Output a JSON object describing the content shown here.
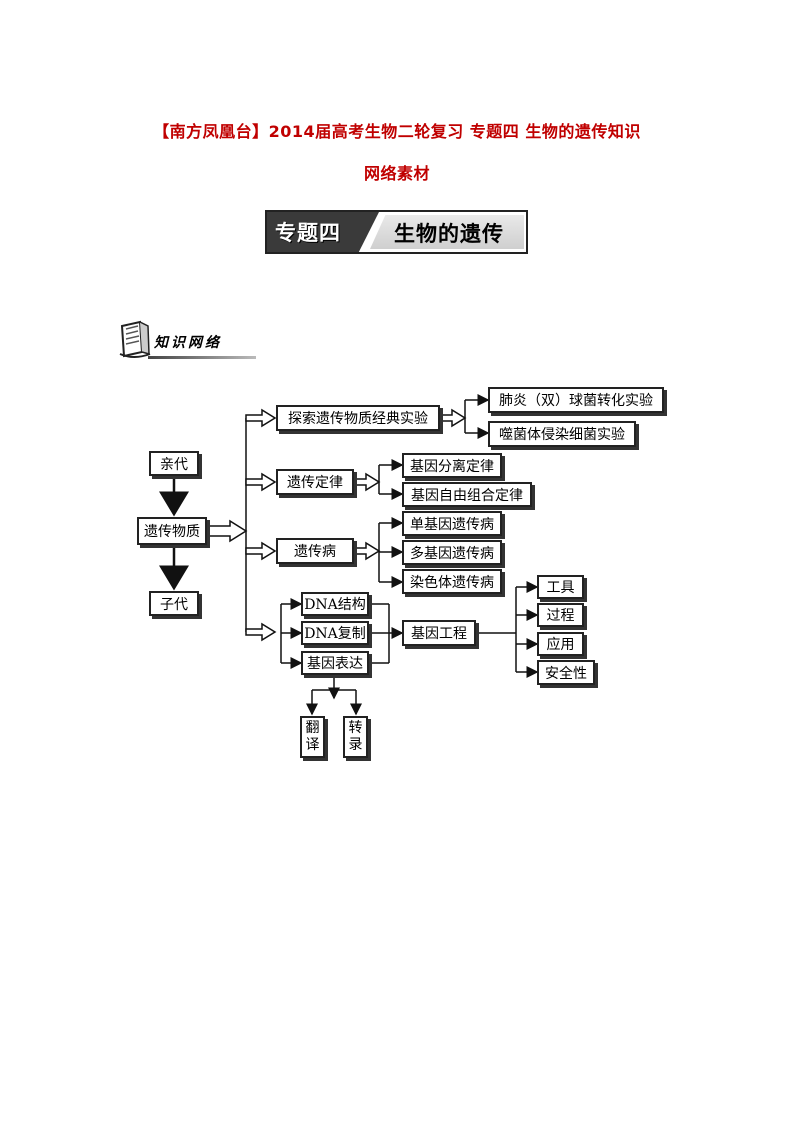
{
  "document": {
    "title_line1": "【南方凤凰台】2014届高考生物二轮复习 专题四 生物的遗传知识",
    "title_line2": "网络素材"
  },
  "banner": {
    "left_text": "专题四",
    "right_text": "生物的遗传"
  },
  "section": {
    "label": "知识网络",
    "icon": "book-icon"
  },
  "diagram": {
    "parent": "亲代",
    "genetic_material": "遗传物质",
    "offspring": "子代",
    "classic_experiments": "探索遗传物质经典实验",
    "exp_pneumococcus": "肺炎（双）球菌转化实验",
    "exp_phage": "噬菌体侵染细菌实验",
    "genetic_laws": "遗传定律",
    "law_segregation": "基因分离定律",
    "law_independent": "基因自由组合定律",
    "genetic_disease": "遗传病",
    "disease_single": "单基因遗传病",
    "disease_multi": "多基因遗传病",
    "disease_chromosome": "染色体遗传病",
    "dna_structure": "DNA结构",
    "dna_replication": "DNA复制",
    "gene_expression": "基因表达",
    "translation_1": "翻",
    "translation_2": "译",
    "transcription_1": "转",
    "transcription_2": "录",
    "genetic_engineering": "基因工程",
    "ge_tools": "工具",
    "ge_process": "过程",
    "ge_application": "应用",
    "ge_safety": "安全性"
  }
}
